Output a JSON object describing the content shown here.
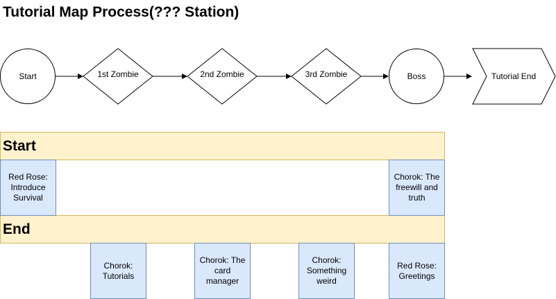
{
  "title": "Tutorial Map Process(??? Station)",
  "flow": {
    "start": "Start",
    "zombie1": "1st Zombie",
    "zombie2": "2nd Zombie",
    "zombie3": "3rd Zombie",
    "boss": "Boss",
    "end": "Tutorial End"
  },
  "bands": {
    "start": "Start",
    "end": "End"
  },
  "boxes": {
    "red_rose_intro": "Red Rose: Introduce Survival",
    "chorok_freewill": "Chorok: The freewill and truth",
    "chorok_tutorials": "Chorok: Tutorials",
    "chorok_card": "Chorok: The card manager",
    "chorok_weird": "Chorok: Something weird",
    "red_rose_greet": "Red Rose: Greetings"
  },
  "colors": {
    "band_fill": "#fff2cc",
    "band_stroke": "#d6b656",
    "box_fill": "#dae8fc",
    "box_stroke": "#6c8ebf"
  }
}
